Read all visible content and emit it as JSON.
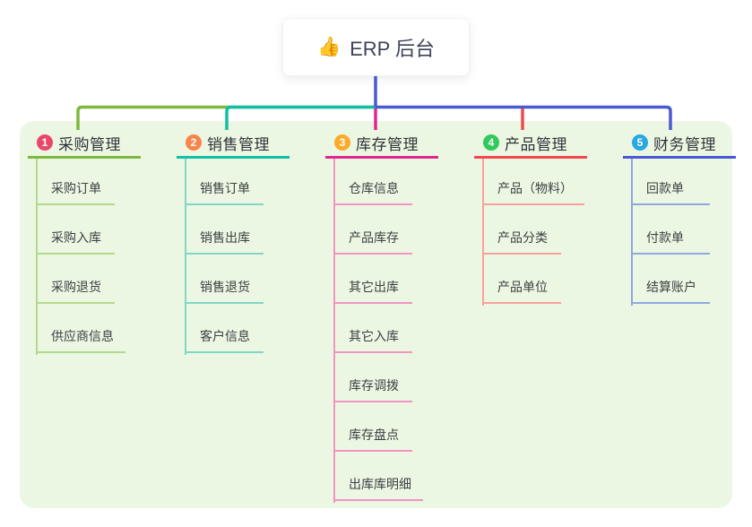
{
  "root": {
    "icon": "👍",
    "title": "ERP 后台"
  },
  "colors": {
    "stem": "#4a5ad2",
    "panel_bg": "#ecf7e3",
    "card_bg": "#ffffff",
    "text": "#3c4043"
  },
  "branches": [
    {
      "number": "1",
      "label": "采购管理",
      "colors": {
        "badge": "#ea486b",
        "main": "#7cb93e",
        "light": "#b3d98c"
      },
      "items": [
        "采购订单",
        "采购入库",
        "采购退货",
        "供应商信息"
      ]
    },
    {
      "number": "2",
      "label": "销售管理",
      "colors": {
        "badge": "#f9844a",
        "main": "#13bfa6",
        "light": "#7fd8c6"
      },
      "items": [
        "销售订单",
        "销售出库",
        "销售退货",
        "客户信息"
      ]
    },
    {
      "number": "3",
      "label": "库存管理",
      "colors": {
        "badge": "#fbab2c",
        "main": "#e0278f",
        "light": "#f195c3"
      },
      "items": [
        "仓库信息",
        "产品库存",
        "其它出库",
        "其它入库",
        "库存调拨",
        "库存盘点",
        "出库库明细"
      ]
    },
    {
      "number": "4",
      "label": "产品管理",
      "colors": {
        "badge": "#30c95b",
        "main": "#f3484e",
        "light": "#f8a09b"
      },
      "items": [
        "产品（物料）",
        "产品分类",
        "产品单位"
      ]
    },
    {
      "number": "5",
      "label": "财务管理",
      "colors": {
        "badge": "#2ba7e2",
        "main": "#4a5ad2",
        "light": "#91a7e0"
      },
      "items": [
        "回款单",
        "付款单",
        "结算账户"
      ]
    }
  ]
}
